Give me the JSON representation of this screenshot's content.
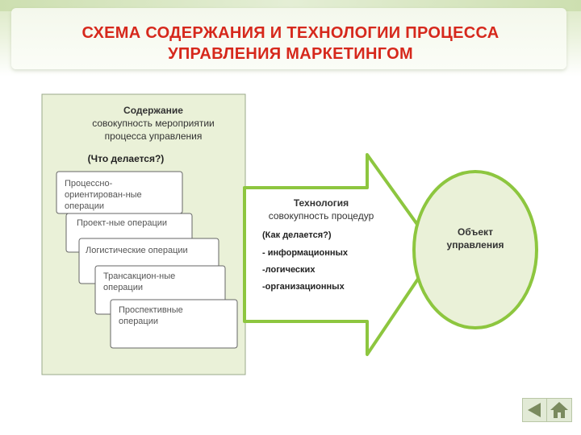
{
  "title": {
    "line1": "СХЕМА СОДЕРЖАНИЯ И ТЕХНОЛОГИИ ПРОЦЕССА",
    "line2": "УПРАВЛЕНИЯ МАРКЕТИНГОМ"
  },
  "content_panel": {
    "line1": "Содержание",
    "line2": "совокупность мероприятии",
    "line3": "процесса управления",
    "question": "(Что делается?)",
    "cards": [
      {
        "lines": [
          "Процессно-",
          "ориентирован-ные",
          "операции"
        ]
      },
      {
        "lines": [
          "Проект-ные операции"
        ]
      },
      {
        "lines": [
          "Логистические операции"
        ]
      },
      {
        "lines": [
          "Трансакцион-ные",
          "операции"
        ]
      },
      {
        "lines": [
          "Проспективные",
          "операции"
        ]
      }
    ]
  },
  "technology_arrow": {
    "line1": "Технология",
    "line2": "совокупность процедур",
    "question": "(Как делается?)",
    "item1": "- информационных",
    "item2": "-логических",
    "item3": "-организационных"
  },
  "object_circle": {
    "line1": "Объект",
    "line2": "управления"
  },
  "colors": {
    "title": "#d6281c",
    "panel_fill": "#eaf1d8",
    "accent_green": "#8dc63f",
    "header_band": "#dbe8c4"
  },
  "icons": {
    "prev": "arrow-left-icon",
    "home": "home-icon"
  }
}
